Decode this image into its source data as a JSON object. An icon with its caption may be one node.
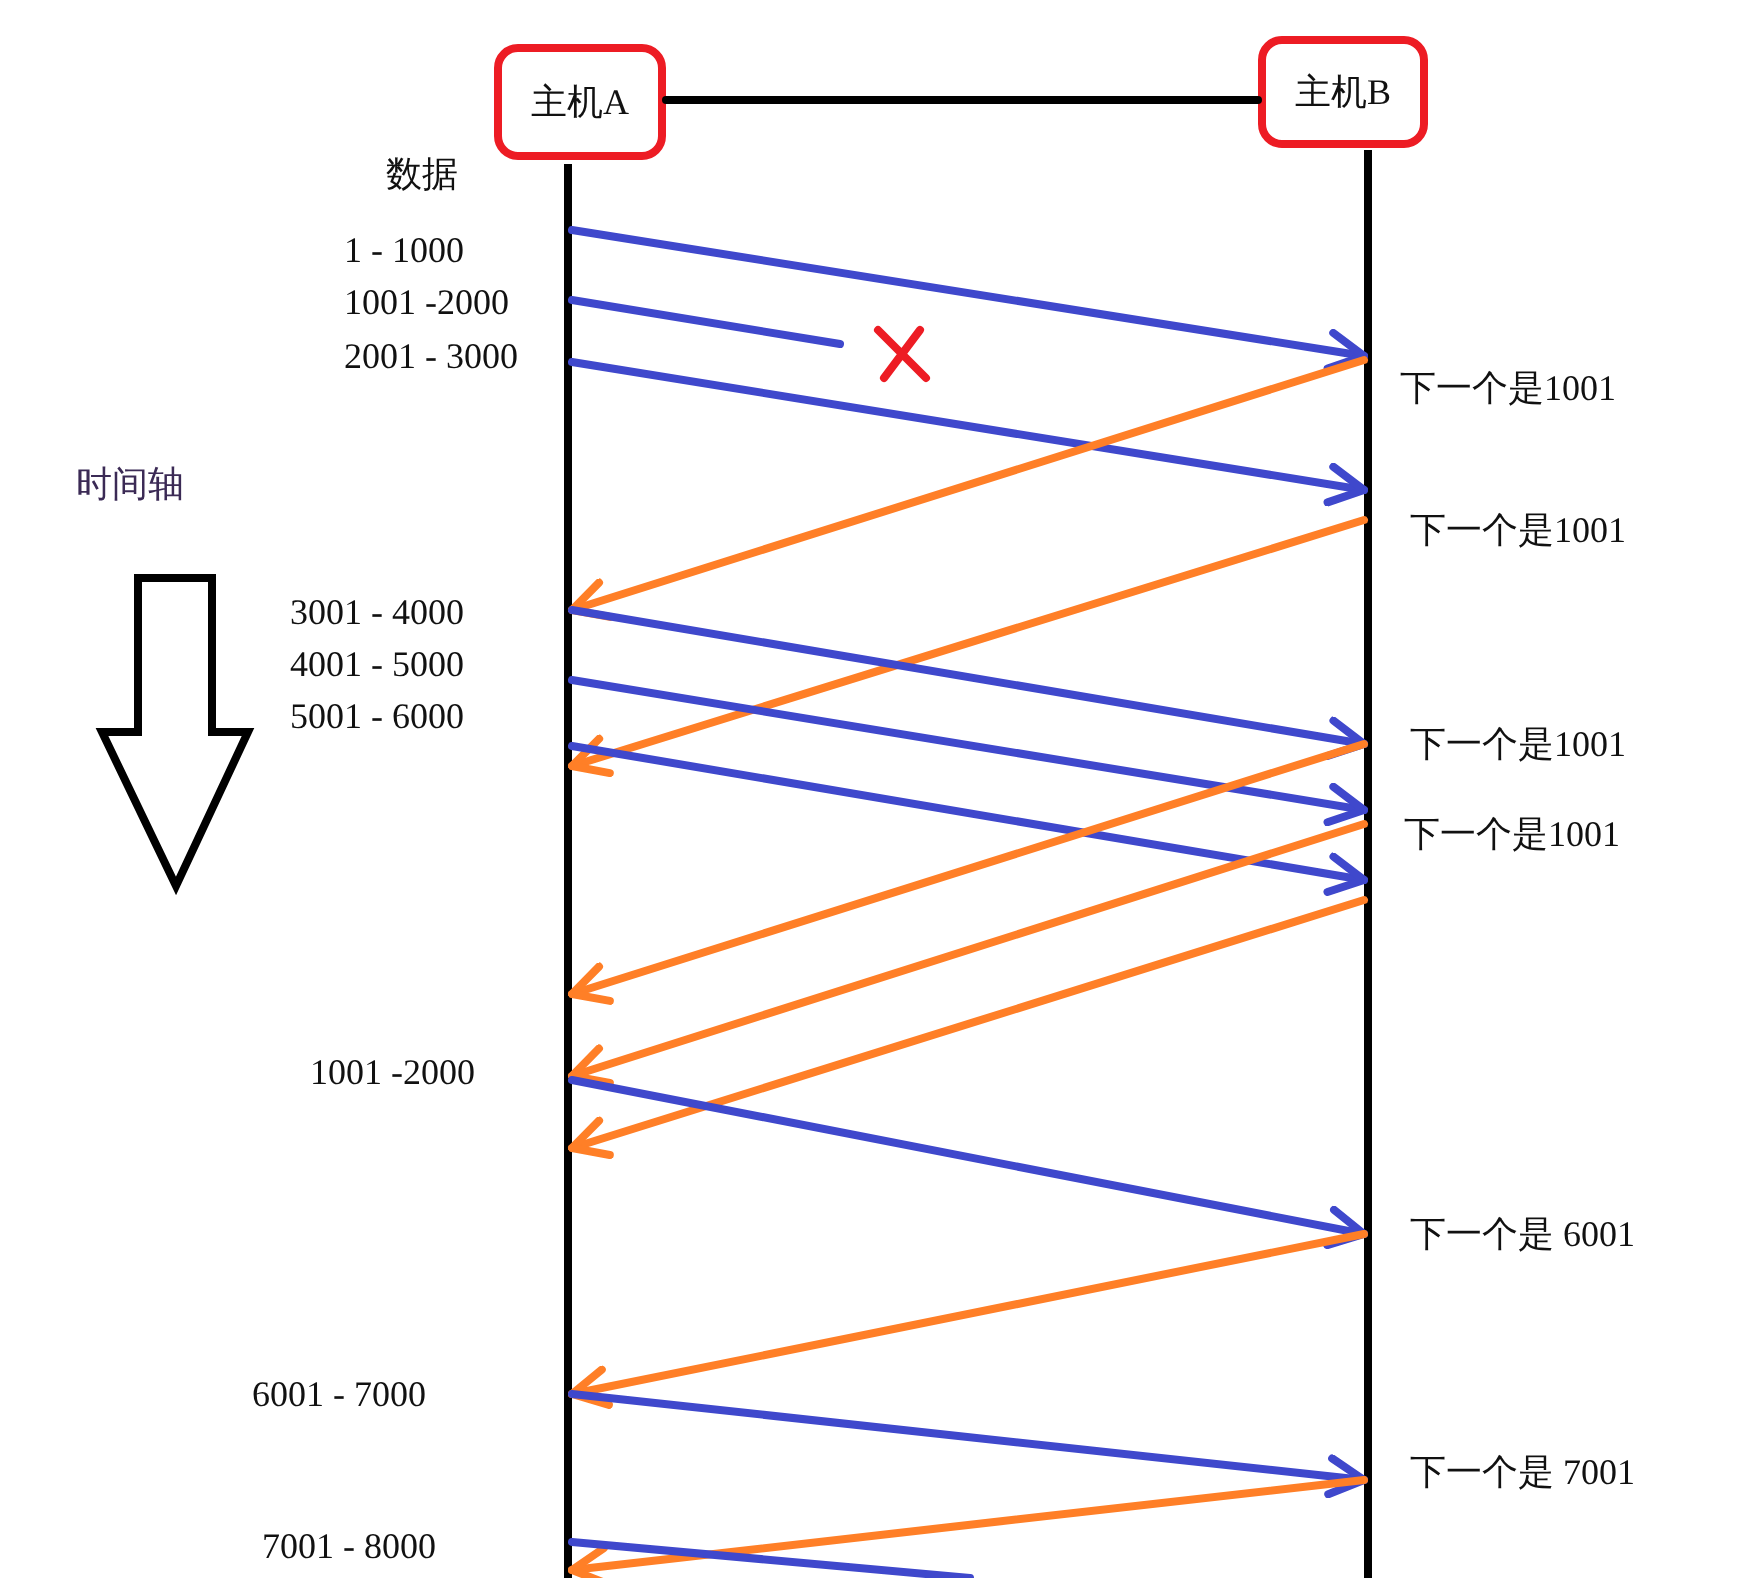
{
  "diagram": {
    "nodes": [
      {
        "text": [
          "主机A"
        ]
      },
      {
        "text": [
          "主机B"
        ]
      },
      {
        "text": [],
        "shape": "bar"
      },
      {
        "text": [],
        "shape": "bar"
      }
    ],
    "edges": [
      {
        "from": 0,
        "to": 1,
        "arrow": "none",
        "color": "#000000"
      },
      {
        "from": 2,
        "to": 3,
        "arrow": "to"
      },
      {
        "from": 2,
        "to": null,
        "arrow": "none"
      },
      {
        "from": 2,
        "to": 3,
        "arrow": "to"
      },
      {
        "from": 3,
        "to": 2,
        "arrow": "to",
        "color": "#ff7f27"
      },
      {
        "from": 3,
        "to": 2,
        "arrow": "to",
        "color": "#ff7f27"
      },
      {
        "from": 2,
        "to": 3,
        "arrow": "to"
      },
      {
        "from": 2,
        "to": 3,
        "arrow": "to"
      },
      {
        "from": 2,
        "to": 3,
        "arrow": "to"
      },
      {
        "from": 3,
        "to": 2,
        "arrow": "to",
        "color": "#ff7f27"
      },
      {
        "from": 3,
        "to": 2,
        "arrow": "to",
        "color": "#ff7f27"
      },
      {
        "from": 3,
        "to": 2,
        "arrow": "to",
        "color": "#ff7f27"
      },
      {
        "from": 2,
        "to": 3,
        "arrow": "to"
      },
      {
        "from": 3,
        "to": 2,
        "arrow": "to",
        "color": "#ff7f27"
      },
      {
        "from": 2,
        "to": 3,
        "arrow": "to"
      },
      {
        "from": 3,
        "to": 2,
        "arrow": "to",
        "color": "#ff7f27"
      },
      {
        "from": 2,
        "to": null,
        "arrow": "none"
      }
    ],
    "labels": [
      "数据",
      "1 - 1000",
      "1001 -2000",
      "2001 - 3000",
      "下一个是1001",
      "时间轴",
      "下一个是1001",
      "3001 - 4000",
      "4001 - 5000",
      "5001 - 6000",
      "下一个是1001",
      "下一个是1001",
      "1001 -2000",
      "下一个是 6001",
      "6001 - 7000",
      "下一个是 7001",
      "7001 - 8000"
    ]
  }
}
